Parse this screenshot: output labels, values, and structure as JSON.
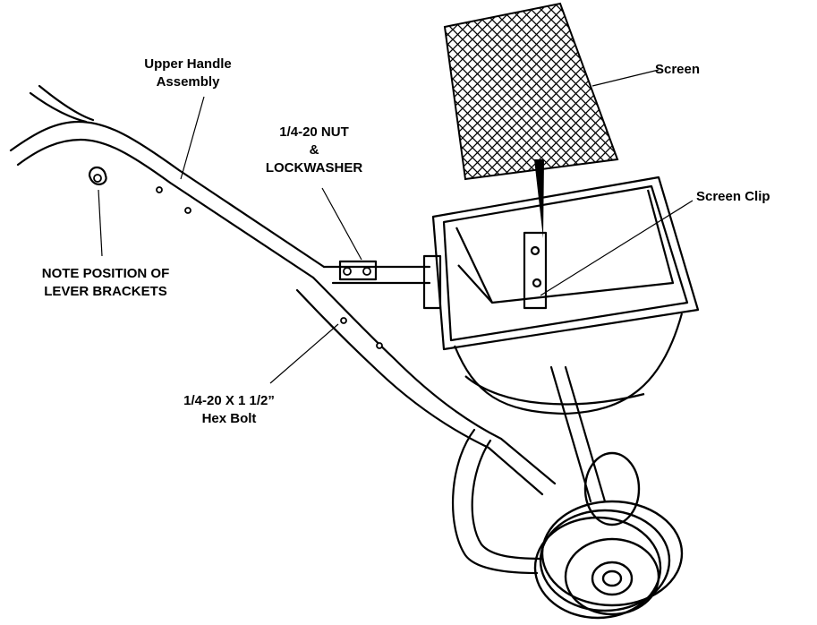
{
  "labels": {
    "upper_handle": [
      "Upper Handle",
      "Assembly"
    ],
    "screen": "Screen",
    "nut": [
      "1/4-20 NUT",
      "&",
      "LOCKWASHER"
    ],
    "screen_clip": "Screen Clip",
    "note": [
      "NOTE POSITION OF",
      "LEVER BRACKETS"
    ],
    "hex_bolt": [
      "1/4-20 X 1 1/2”",
      "Hex Bolt"
    ]
  },
  "colors": {
    "ink": "#000000",
    "paper": "#ffffff"
  }
}
